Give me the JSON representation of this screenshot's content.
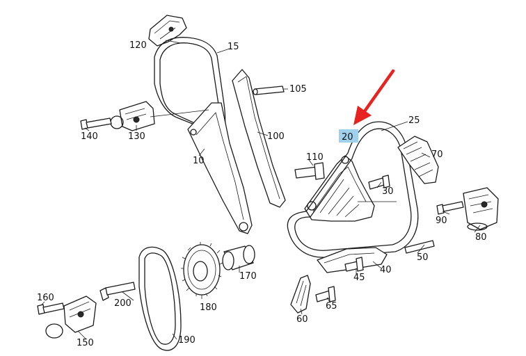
{
  "labels": {
    "l10": "10",
    "l15": "15",
    "l20": "20",
    "l25": "25",
    "l30": "30",
    "l40": "40",
    "l45": "45",
    "l50": "50",
    "l60": "60",
    "l65": "65",
    "l70": "70",
    "l80": "80",
    "l90": "90",
    "l100": "100",
    "l105": "105",
    "l110": "110",
    "l120": "120",
    "l130": "130",
    "l140": "140",
    "l150": "150",
    "l160": "160",
    "l170": "170",
    "l180": "180",
    "l190": "190",
    "l200": "200"
  },
  "highlight": {
    "label": "20",
    "fill_color": "#9fd0ec"
  },
  "arrow": {
    "color": "#e8231f"
  }
}
